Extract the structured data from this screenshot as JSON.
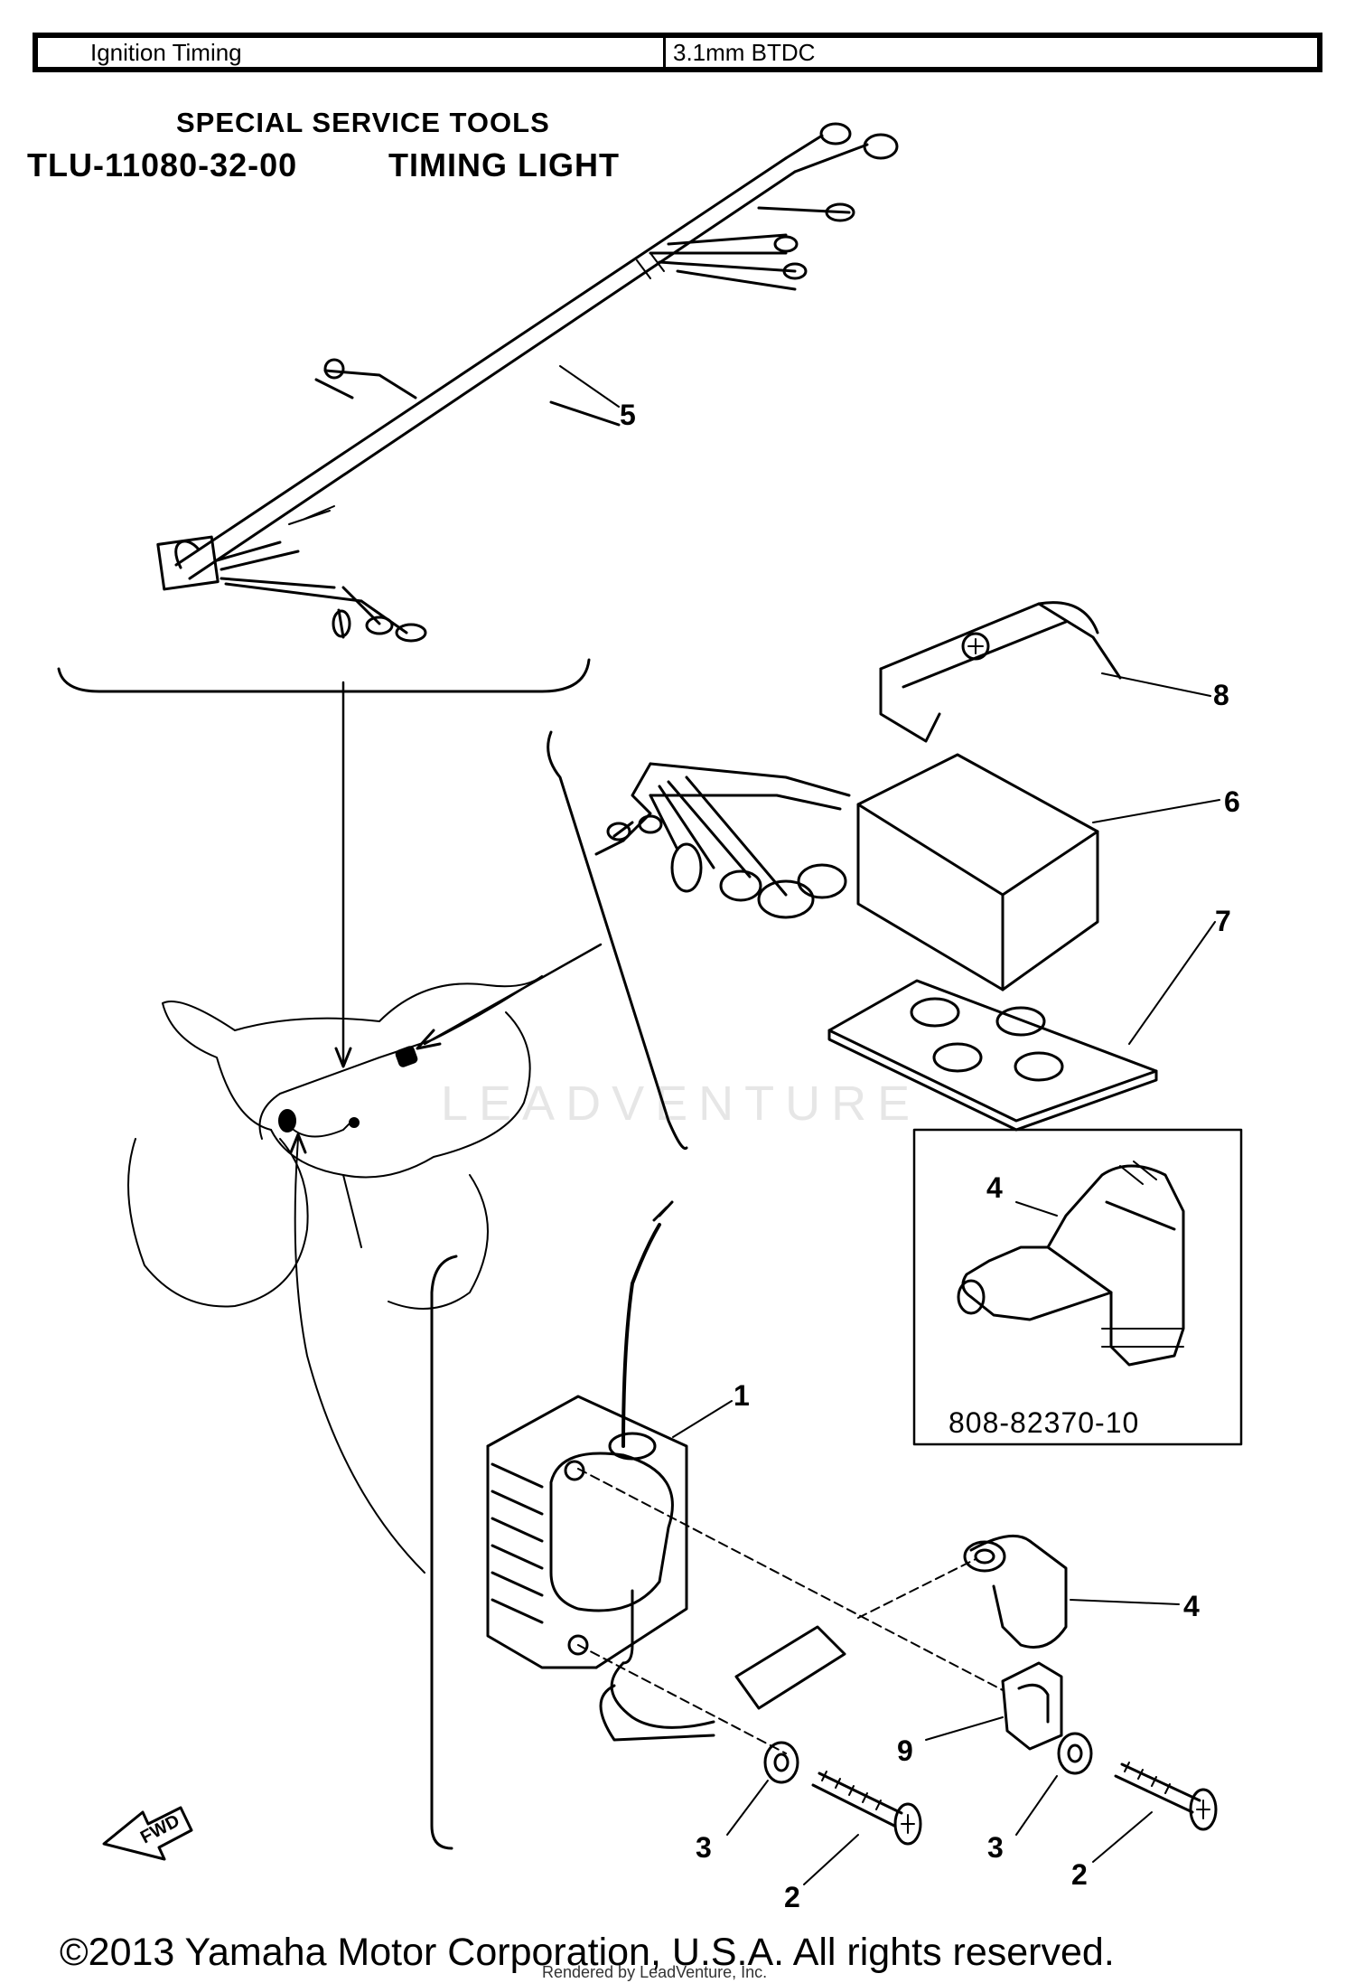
{
  "spec_table": {
    "item": "Ignition Timing",
    "value": "3.1mm BTDC"
  },
  "special_service_tools": {
    "heading": "SPECIAL SERVICE TOOLS",
    "tool_number": "TLU-11080-32-00",
    "tool_name": "TIMING LIGHT"
  },
  "callouts": {
    "c1": "1",
    "c2a": "2",
    "c2b": "2",
    "c3a": "3",
    "c3b": "3",
    "c4a": "4",
    "c4b": "4",
    "c5": "5",
    "c6": "6",
    "c7": "7",
    "c8": "8",
    "c9": "9"
  },
  "inset_part_number": "808-82370-10",
  "fwd_label": "FWD",
  "watermark": "LEADVENTURE",
  "copyright": "©2013 Yamaha Motor Corporation, U.S.A. All rights reserved.",
  "rendered_by": "Rendered by LeadVenture, Inc."
}
